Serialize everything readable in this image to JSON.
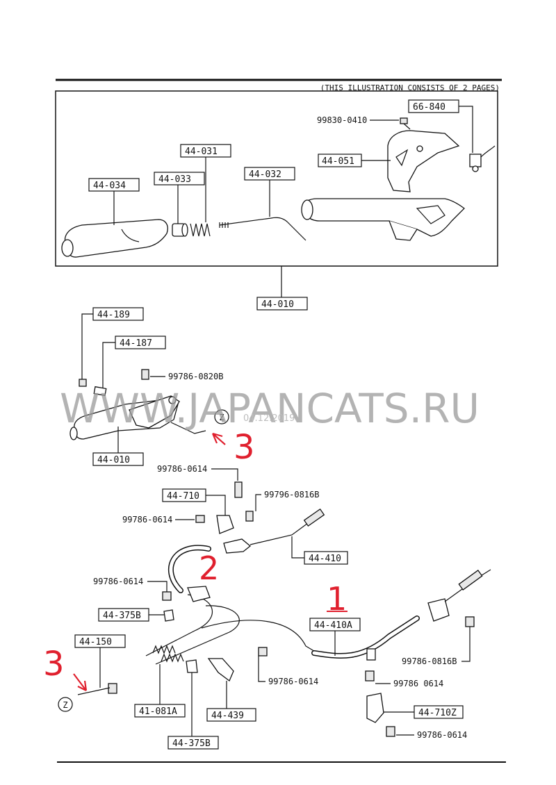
{
  "header_note": "(THIS ILLUSTRATION CONSISTS OF  2 PAGES)",
  "watermark": "WWW.JAPANCATS.RU",
  "watermark_date": "04.12.2019",
  "part_labels": {
    "p66_840": "66-840",
    "p99830_0410": "99830-0410",
    "p44_051": "44-051",
    "p44_031": "44-031",
    "p44_034": "44-034",
    "p44_033": "44-033",
    "p44_032": "44-032",
    "p44_010_top": "44-010",
    "p44_189": "44-189",
    "p44_187": "44-187",
    "p99786_0820B": "99786-0820B",
    "p44_010_mid": "44-010",
    "p99786_0614_a": "99786-0614",
    "p44_710": "44-710",
    "p99796_0816B": "99796-0816B",
    "p99786_0614_b": "99786-0614",
    "p44_410": "44-410",
    "p99786_0614_c": "99786-0614",
    "p44_375B_a": "44-375B",
    "p44_410A": "44-410A",
    "p44_150": "44-150",
    "p99786_0816B": "99786-0816B",
    "p99786_0614_d": "99786-0614",
    "p99786_0614_e": "99786 0614",
    "p41_081A": "41-081A",
    "p44_439": "44-439",
    "p44_710Z": "44-710Z",
    "p99786_0614_f": "99786-0614",
    "p44_375B_b": "44-375B"
  },
  "z_markers": {
    "z1": "Z",
    "z2": "Z"
  },
  "handwritten": {
    "h1": "1",
    "h2": "2",
    "h3a": "3",
    "h3b": "3"
  },
  "colors": {
    "annotation": "#e0202e",
    "line": "#111111",
    "watermark": "#9a9a9a"
  }
}
